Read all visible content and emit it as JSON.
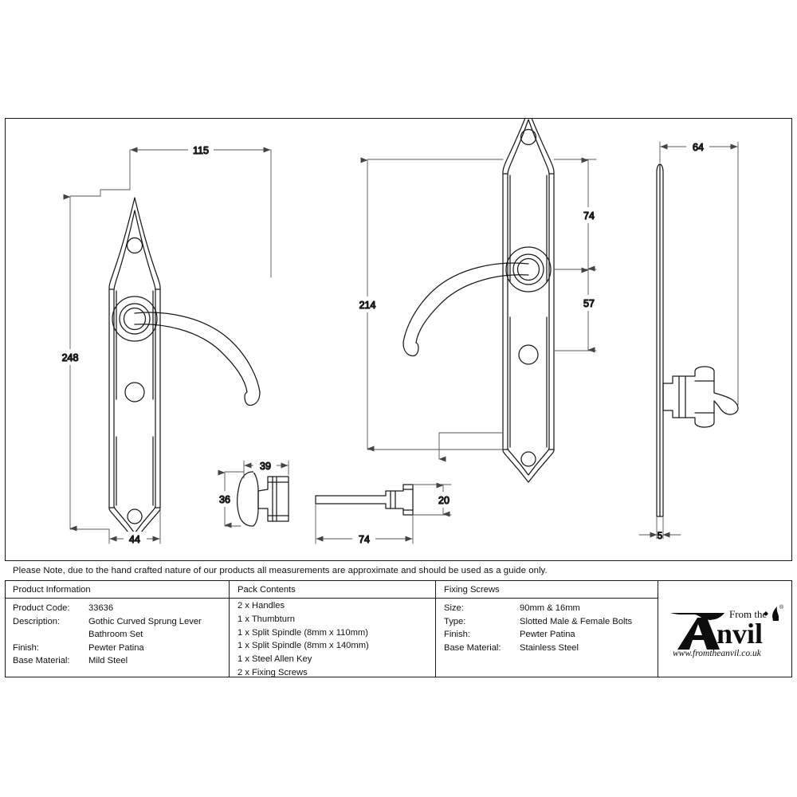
{
  "sheet": {
    "note": "Please Note, due to the hand crafted nature of our products all measurements are approximate and should be used as a guide only."
  },
  "dimensions": {
    "front_width_to_lever": "115",
    "backplate_height": "248",
    "backplate_width": "44",
    "side_plate_height": "214",
    "spindle_to_top": "74",
    "spindle_to_lower": "57",
    "lever_projection": "64",
    "plate_thickness": "5",
    "thumbturn_width": "39",
    "thumbturn_height": "36",
    "spindle_length": "74",
    "spindle_head": "20"
  },
  "table": {
    "product_information": {
      "header": "Product Information",
      "rows": [
        {
          "key": "Product Code:",
          "value": "33636"
        },
        {
          "key": "Description:",
          "value": "Gothic Curved Sprung Lever"
        },
        {
          "key": "",
          "value": "Bathroom Set"
        },
        {
          "key": "Finish:",
          "value": "Pewter Patina"
        },
        {
          "key": "Base Material:",
          "value": "Mild Steel"
        }
      ]
    },
    "pack_contents": {
      "header": "Pack Contents",
      "items": [
        "2 x Handles",
        "1 x Thumbturn",
        "1 x Split Spindle (8mm x 110mm)",
        "1 x Split Spindle (8mm x 140mm)",
        "1 x Steel Allen Key",
        "2 x Fixing Screws"
      ]
    },
    "fixing_screws": {
      "header": "Fixing Screws",
      "rows": [
        {
          "key": "Size:",
          "value": "90mm & 16mm"
        },
        {
          "key": "Type:",
          "value": "Slotted Male & Female Bolts"
        },
        {
          "key": "Finish:",
          "value": "Pewter Patina"
        },
        {
          "key": "Base Material:",
          "value": "Stainless Steel"
        }
      ]
    }
  },
  "logo": {
    "top_text": "From the",
    "main_text": "nvil",
    "url": "www.fromtheanvil.co.uk",
    "registered": "®"
  },
  "colors": {
    "line": "#1a1a1a",
    "dim_line": "#555555",
    "background": "#ffffff"
  }
}
